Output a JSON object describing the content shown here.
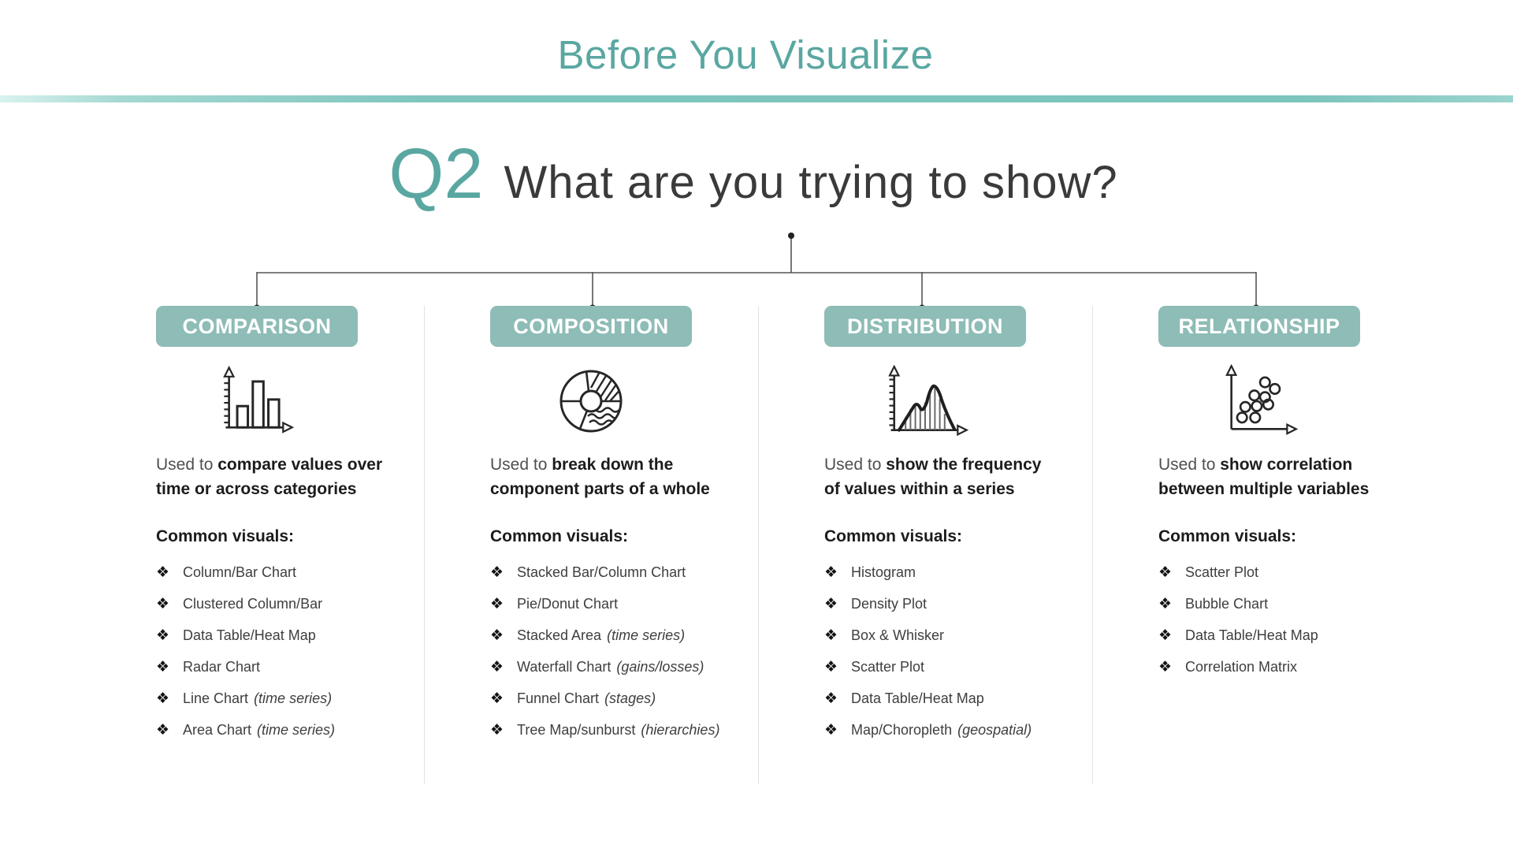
{
  "slide": {
    "title": "Before You Visualize",
    "question": {
      "prefix": "Q2",
      "text": "What are you trying to show?"
    }
  },
  "glyphs": {
    "bullet": "❖"
  },
  "colors": {
    "accent_teal": "#5aa7a1",
    "header_bar_teal": "#8ebcb6",
    "rule_teal": "#7cc4bd",
    "heading_dark": "#3a3a3a",
    "body_dark": "#1c1c1c",
    "connector_gray": "#555555"
  },
  "columns": [
    {
      "header": "COMPARISON",
      "icon": "bar-chart-icon",
      "description": {
        "prefix": "Used to",
        "bold_line1": "compare values over",
        "bold_line2": "time or across categories"
      },
      "common_visuals_label": "Common visuals:",
      "items": [
        {
          "text": "Column/Bar Chart",
          "note": ""
        },
        {
          "text": "Clustered Column/Bar",
          "note": ""
        },
        {
          "text": "Data Table/Heat Map",
          "note": ""
        },
        {
          "text": "Radar Chart",
          "note": ""
        },
        {
          "text": "Line Chart",
          "note": "(time series)"
        },
        {
          "text": "Area Chart",
          "note": "(time series)"
        }
      ]
    },
    {
      "header": "COMPOSITION",
      "icon": "donut-chart-icon",
      "description": {
        "prefix": "Used to",
        "bold_line1": "break down the",
        "bold_line2": "component parts of a whole"
      },
      "common_visuals_label": "Common visuals:",
      "items": [
        {
          "text": "Stacked Bar/Column Chart",
          "note": ""
        },
        {
          "text": "Pie/Donut Chart",
          "note": ""
        },
        {
          "text": "Stacked Area",
          "note": "(time series)"
        },
        {
          "text": "Waterfall Chart",
          "note": "(gains/losses)"
        },
        {
          "text": "Funnel Chart",
          "note": "(stages)"
        },
        {
          "text": "Tree Map/sunburst",
          "note": "(hierarchies)"
        }
      ]
    },
    {
      "header": "DISTRIBUTION",
      "icon": "distribution-curve-icon",
      "description": {
        "prefix": "Used to",
        "bold_line1": "show the frequency",
        "bold_line2": "of values within a series"
      },
      "common_visuals_label": "Common visuals:",
      "items": [
        {
          "text": "Histogram",
          "note": ""
        },
        {
          "text": "Density Plot",
          "note": ""
        },
        {
          "text": "Box & Whisker",
          "note": ""
        },
        {
          "text": "Scatter Plot",
          "note": ""
        },
        {
          "text": "Data Table/Heat Map",
          "note": ""
        },
        {
          "text": "Map/Choropleth",
          "note": "(geospatial)"
        }
      ]
    },
    {
      "header": "RELATIONSHIP",
      "icon": "scatter-plot-icon",
      "description": {
        "prefix": "Used to",
        "bold_line1": "show correlation",
        "bold_line2": "between multiple variables"
      },
      "common_visuals_label": "Common visuals:",
      "items": [
        {
          "text": "Scatter Plot",
          "note": ""
        },
        {
          "text": "Bubble Chart",
          "note": ""
        },
        {
          "text": "Data Table/Heat Map",
          "note": ""
        },
        {
          "text": "Correlation Matrix",
          "note": ""
        }
      ]
    }
  ]
}
